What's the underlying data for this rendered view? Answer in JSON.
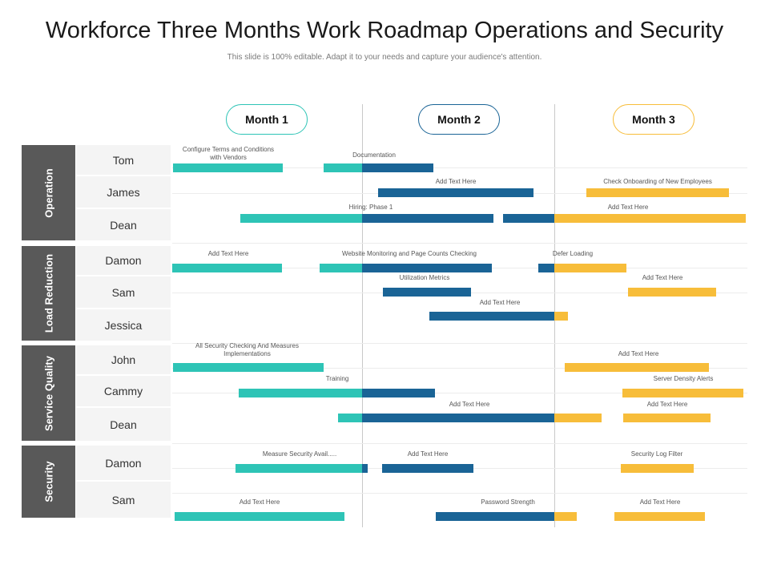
{
  "title": "Workforce Three Months Work Roadmap Operations and Security",
  "subtitle": "This slide is 100% editable. Adapt it to your needs and capture your audience's attention.",
  "colors": {
    "teal": "#2ec4b6",
    "blue": "#1a6496",
    "yellow": "#f7bd3a",
    "group_bg": "#595959"
  },
  "months": [
    {
      "label": "Month 1",
      "color": "#2ec4b6"
    },
    {
      "label": "Month 2",
      "color": "#1a6496"
    },
    {
      "label": "Month 3",
      "color": "#f7bd3a"
    }
  ],
  "groups": [
    {
      "name": "Operation",
      "members": [
        "Tom",
        "James",
        "Dean"
      ]
    },
    {
      "name": "Load Reduction",
      "members": [
        "Damon",
        "Sam",
        "Jessica"
      ]
    },
    {
      "name": "Service Quality",
      "members": [
        "John",
        "Cammy",
        "Dean"
      ]
    },
    {
      "name": "Security",
      "members": [
        "Damon",
        "Sam"
      ]
    }
  ],
  "task_labels": [
    "Configure Terms and Conditions with Vendors",
    "Documentation",
    "Add Text Here",
    "Check Onboarding of New Employees",
    "Hiring: Phase 1",
    "Add Text Here",
    "Add Text Here",
    "Website Monitoring and Page Counts Checking",
    "Defer Loading",
    "Utilization Metrics",
    "Add Text Here",
    "Add Text Here",
    "All Security Checking And Measures Implementations",
    "Add Text Here",
    "Training",
    "Server Density Alerts",
    "Add Text Here",
    "Add Text Here",
    "Measure Security Avail.....",
    "Add Text Here",
    "Security Log Filter",
    "Add Text Here",
    "Password Strength",
    "Add Text Here"
  ]
}
